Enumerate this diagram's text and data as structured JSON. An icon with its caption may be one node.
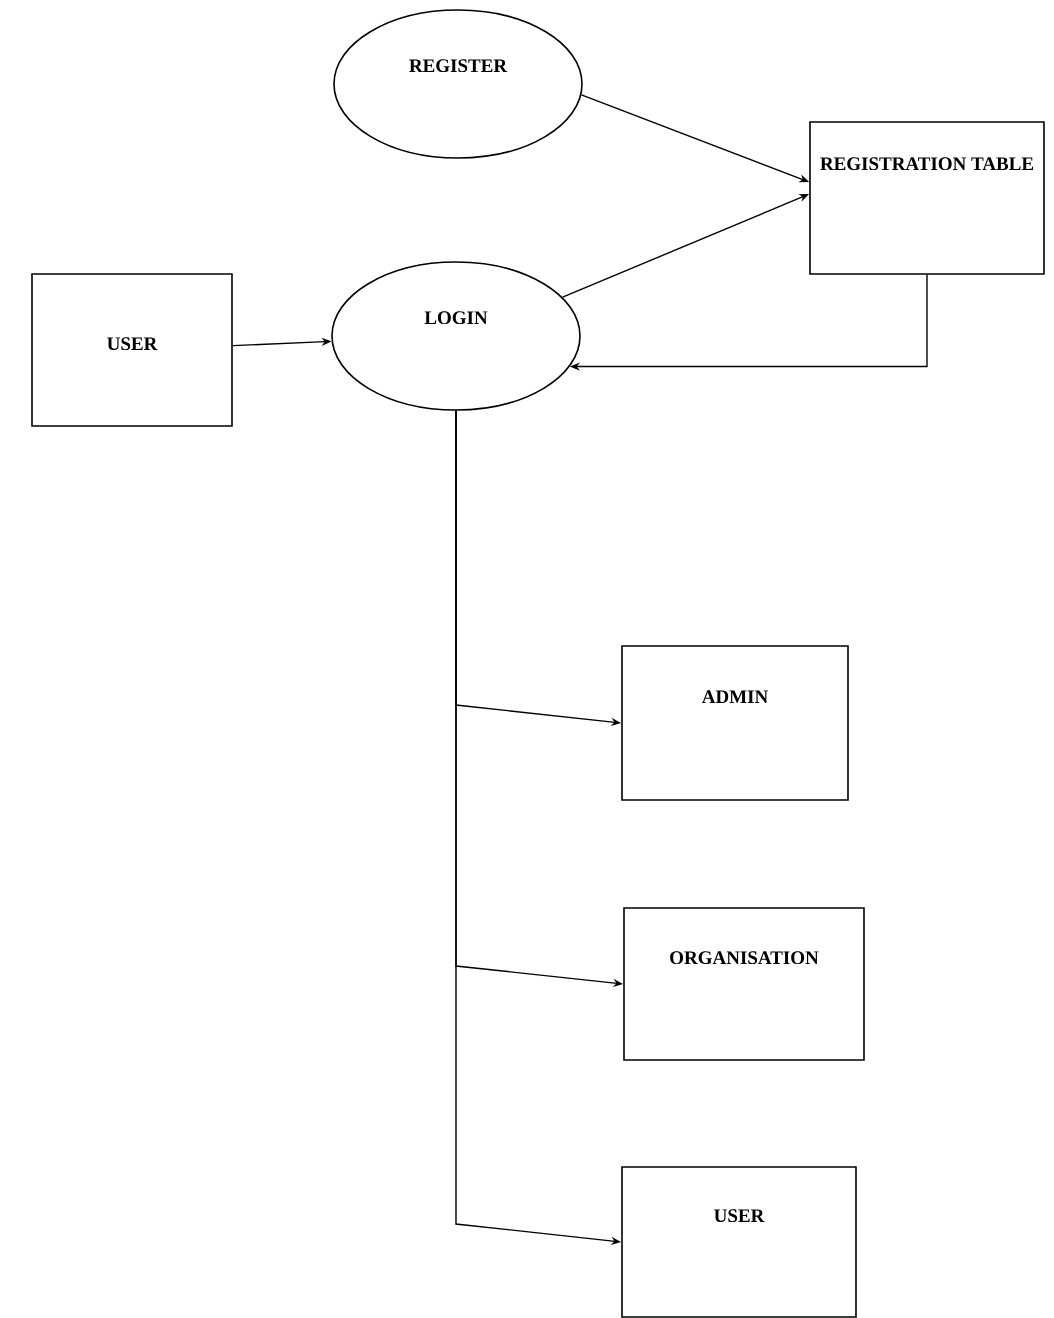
{
  "diagram": {
    "nodes": [
      {
        "text": [
          "REGISTER"
        ]
      },
      {
        "text": [
          "REGISTRATION TABLE"
        ]
      },
      {
        "text": [
          "USER"
        ]
      },
      {
        "text": [
          "LOGIN"
        ]
      },
      {
        "text": [
          "ADMIN"
        ]
      },
      {
        "text": [
          "ORGANISATION"
        ]
      },
      {
        "text": [
          "USER"
        ]
      }
    ],
    "edges": [
      {
        "from": 0,
        "to": 1,
        "arrow": "to"
      },
      {
        "from": 3,
        "to": 1,
        "arrow": "to"
      },
      {
        "from": 1,
        "to": 3,
        "arrow": "to"
      },
      {
        "from": 2,
        "to": 3,
        "arrow": "to"
      },
      {
        "from": 3,
        "to": 4,
        "arrow": "to"
      },
      {
        "from": 3,
        "to": 5,
        "arrow": "to"
      },
      {
        "from": 3,
        "to": 6,
        "arrow": "to"
      }
    ]
  }
}
